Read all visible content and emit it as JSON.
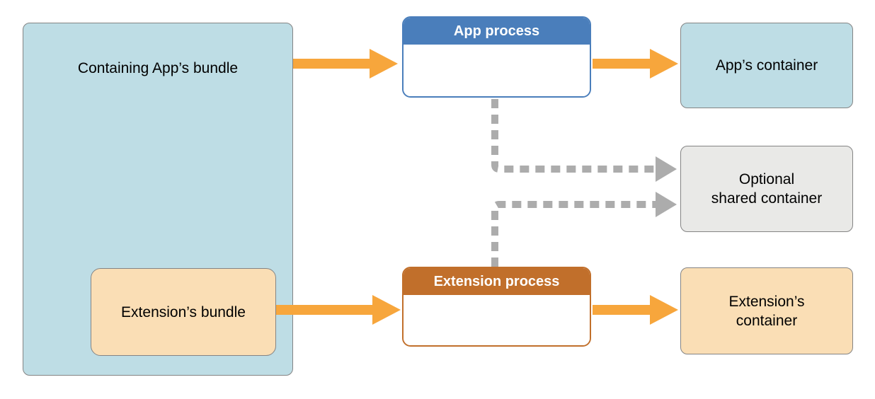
{
  "diagram": {
    "title": "App extension processes and containers diagram",
    "nodes": {
      "containing_bundle": {
        "label": "Containing App’s bundle"
      },
      "extension_bundle": {
        "label": "Extension’s bundle"
      },
      "app_process": {
        "title": "App process"
      },
      "extension_process": {
        "title": "Extension process"
      },
      "apps_container": {
        "label": "App’s container"
      },
      "shared_container": {
        "label": "Optional\nshared container"
      },
      "extensions_container": {
        "label": "Extension’s\ncontainer"
      }
    },
    "edges": [
      {
        "from": "containing_bundle",
        "to": "app_process",
        "style": "solid-orange"
      },
      {
        "from": "app_process",
        "to": "apps_container",
        "style": "solid-orange"
      },
      {
        "from": "extension_bundle",
        "to": "extension_process",
        "style": "solid-orange"
      },
      {
        "from": "extension_process",
        "to": "extensions_container",
        "style": "solid-orange"
      },
      {
        "from": "app_process",
        "to": "shared_container",
        "style": "dashed-gray"
      },
      {
        "from": "extension_process",
        "to": "shared_container",
        "style": "dashed-gray"
      }
    ]
  },
  "colors": {
    "fill-blue": "#BEDDE5",
    "fill-peach": "#FADEB5",
    "fill-gray": "#E9E9E7",
    "accent-blue": "#4A7EBB",
    "accent-brown": "#C16F2B",
    "arrow-orange": "#F7A63C",
    "arrow-dash-gray": "#ACACAC",
    "border-gray": "#848484"
  }
}
